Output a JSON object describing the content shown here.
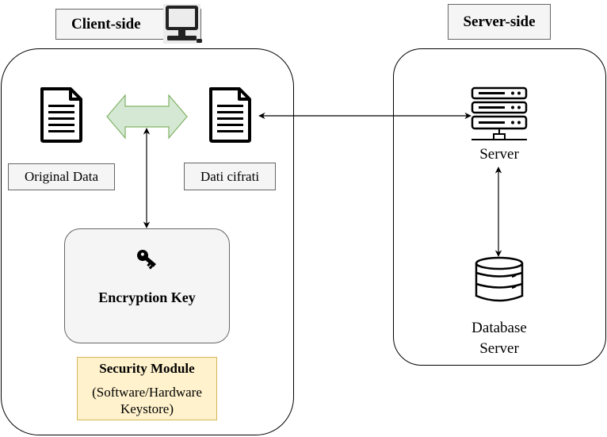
{
  "client": {
    "header": "Client-side",
    "icon": "desktop-computer-icon",
    "original_label": "Original Data",
    "encrypted_label": "Dati cifrati",
    "key_label": "Encryption Key",
    "key_icon": "key-icon",
    "module_title": "Security Module",
    "module_subtitle": "(Software/Hardware Keystore)"
  },
  "server": {
    "header": "Server-side",
    "server_label": "Server",
    "server_icon": "server-rack-icon",
    "database_label": "Database Server",
    "database_icon": "database-icon"
  },
  "colors": {
    "arrow_fill": "#d5e8d4",
    "arrow_stroke": "#82b366",
    "label_bg": "#f5f5f5",
    "module_bg": "#fff2cc",
    "module_border": "#d6b656"
  }
}
